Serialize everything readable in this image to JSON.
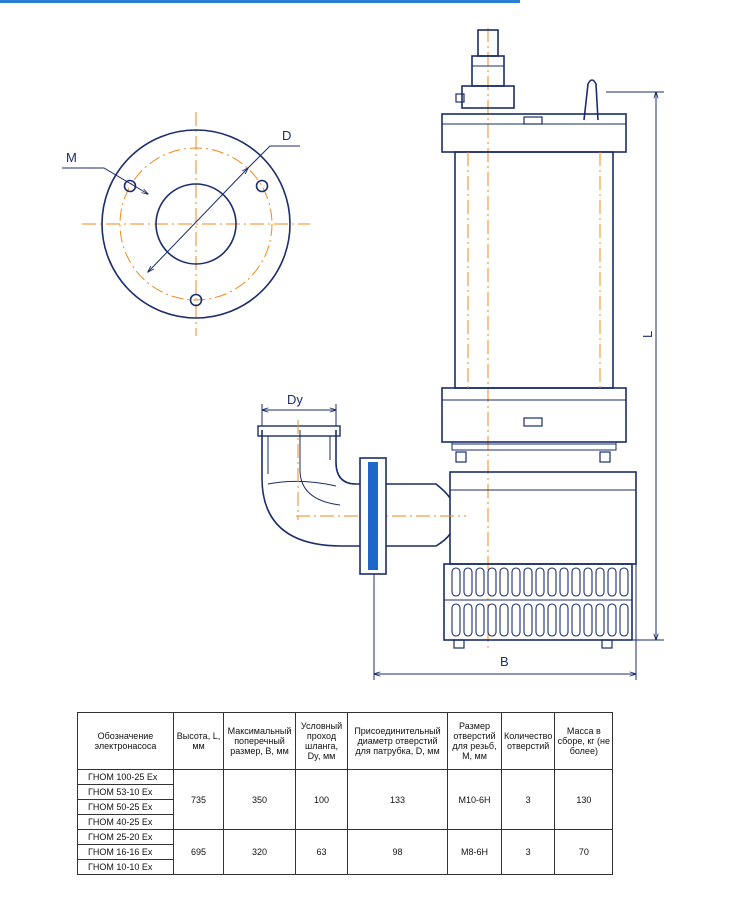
{
  "labels": {
    "m": "M",
    "d": "D",
    "dy": "Dy",
    "l": "L",
    "b": "B"
  },
  "colors": {
    "outline": "#1b2d6b",
    "axis": "#f08a1c",
    "flange": "#1e66c7",
    "bar": "#2a7fd1"
  },
  "table": {
    "headers": [
      "Обозначение электронасоса",
      "Высота, L, мм",
      "Максимальный поперечный размер, B, мм",
      "Условный проход шланга, Dy, мм",
      "Присоединительный диаметр отверстий для патрубка, D, мм",
      "Размер отверстий для резьб, M, мм",
      "Количество отверстий",
      "Масса в сборе, кг (не более)"
    ],
    "groups": [
      {
        "models": [
          "ГНОМ 100-25 Ex",
          "ГНОМ 53-10 Ex",
          "ГНОМ 50-25 Ex",
          "ГНОМ 40-25 Ex"
        ],
        "height": "735",
        "max_size": "350",
        "hose": "100",
        "hole_diameter": "133",
        "thread": "M10-6H",
        "holes": "3",
        "mass": "130"
      },
      {
        "models": [
          "ГНОМ 25-20 Ex",
          "ГНОМ 16-16 Ex",
          "ГНОМ 10-10 Ex"
        ],
        "height": "695",
        "max_size": "320",
        "hose": "63",
        "hole_diameter": "98",
        "thread": "M8-6H",
        "holes": "3",
        "mass": "70"
      }
    ]
  }
}
